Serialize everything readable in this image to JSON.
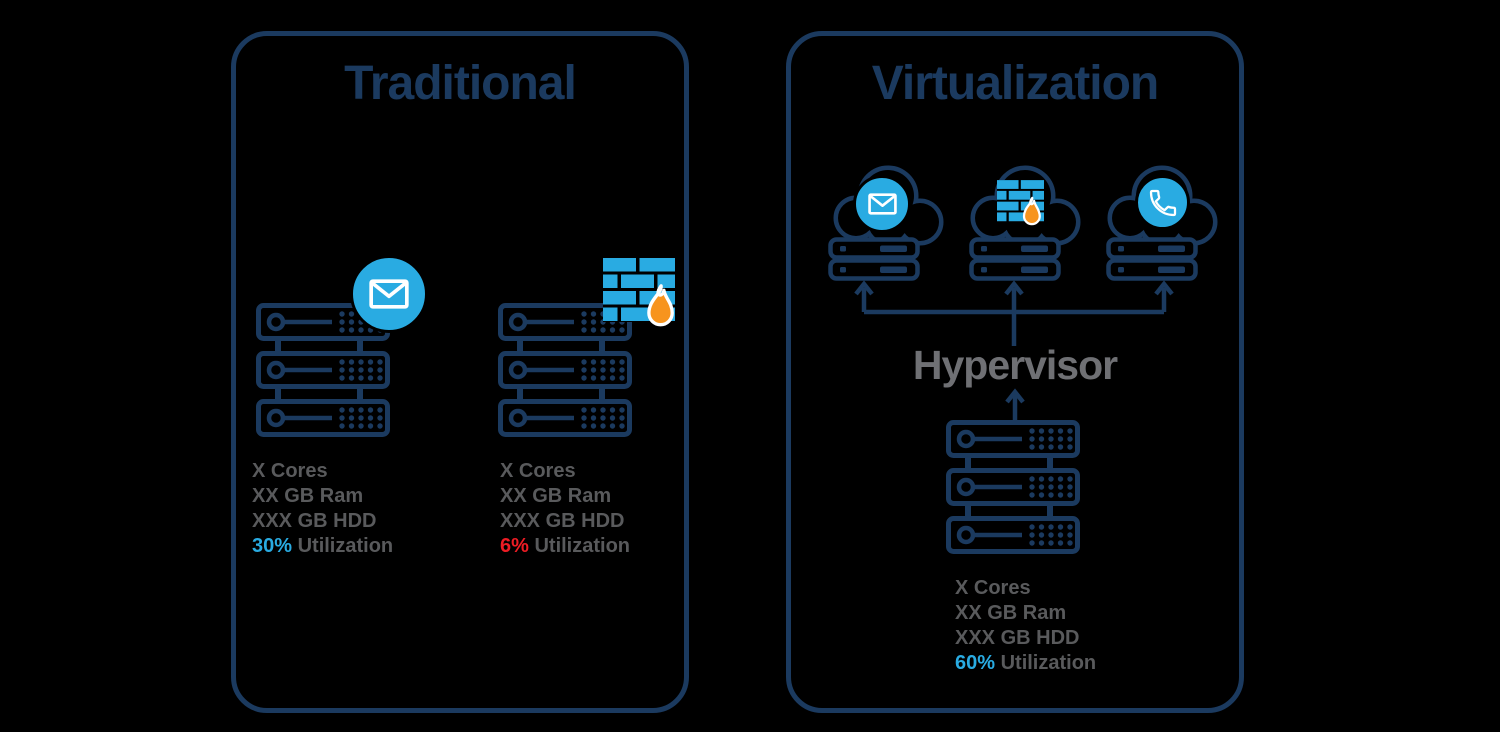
{
  "colors": {
    "navy": "#1B3A5F",
    "accent_blue": "#29ABE2",
    "flame_orange": "#F7941E",
    "alert_red": "#ED1C24",
    "spec_gray": "#595A5C",
    "hypervisor_gray": "#6F7074",
    "background": "#000000"
  },
  "traditional": {
    "title": "Traditional",
    "servers": [
      {
        "icon": "email-server",
        "specs": [
          "X Cores",
          "XX GB Ram",
          "XXX GB HDD"
        ],
        "utilization_value": "30%",
        "utilization_label": "Utilization",
        "utilization_color": "#29ABE2"
      },
      {
        "icon": "firewall-server",
        "specs": [
          "X Cores",
          "XX GB Ram",
          "XXX GB HDD"
        ],
        "utilization_value": "6%",
        "utilization_label": "Utilization",
        "utilization_color": "#ED1C24"
      }
    ]
  },
  "virtualization": {
    "title": "Virtualization",
    "hypervisor_label": "Hypervisor",
    "clouds": [
      {
        "icon": "email-cloud"
      },
      {
        "icon": "firewall-cloud"
      },
      {
        "icon": "phone-cloud"
      }
    ],
    "server": {
      "specs": [
        "X Cores",
        "XX GB Ram",
        "XXX GB HDD"
      ],
      "utilization_value": "60%",
      "utilization_label": "Utilization",
      "utilization_color": "#29ABE2"
    }
  }
}
